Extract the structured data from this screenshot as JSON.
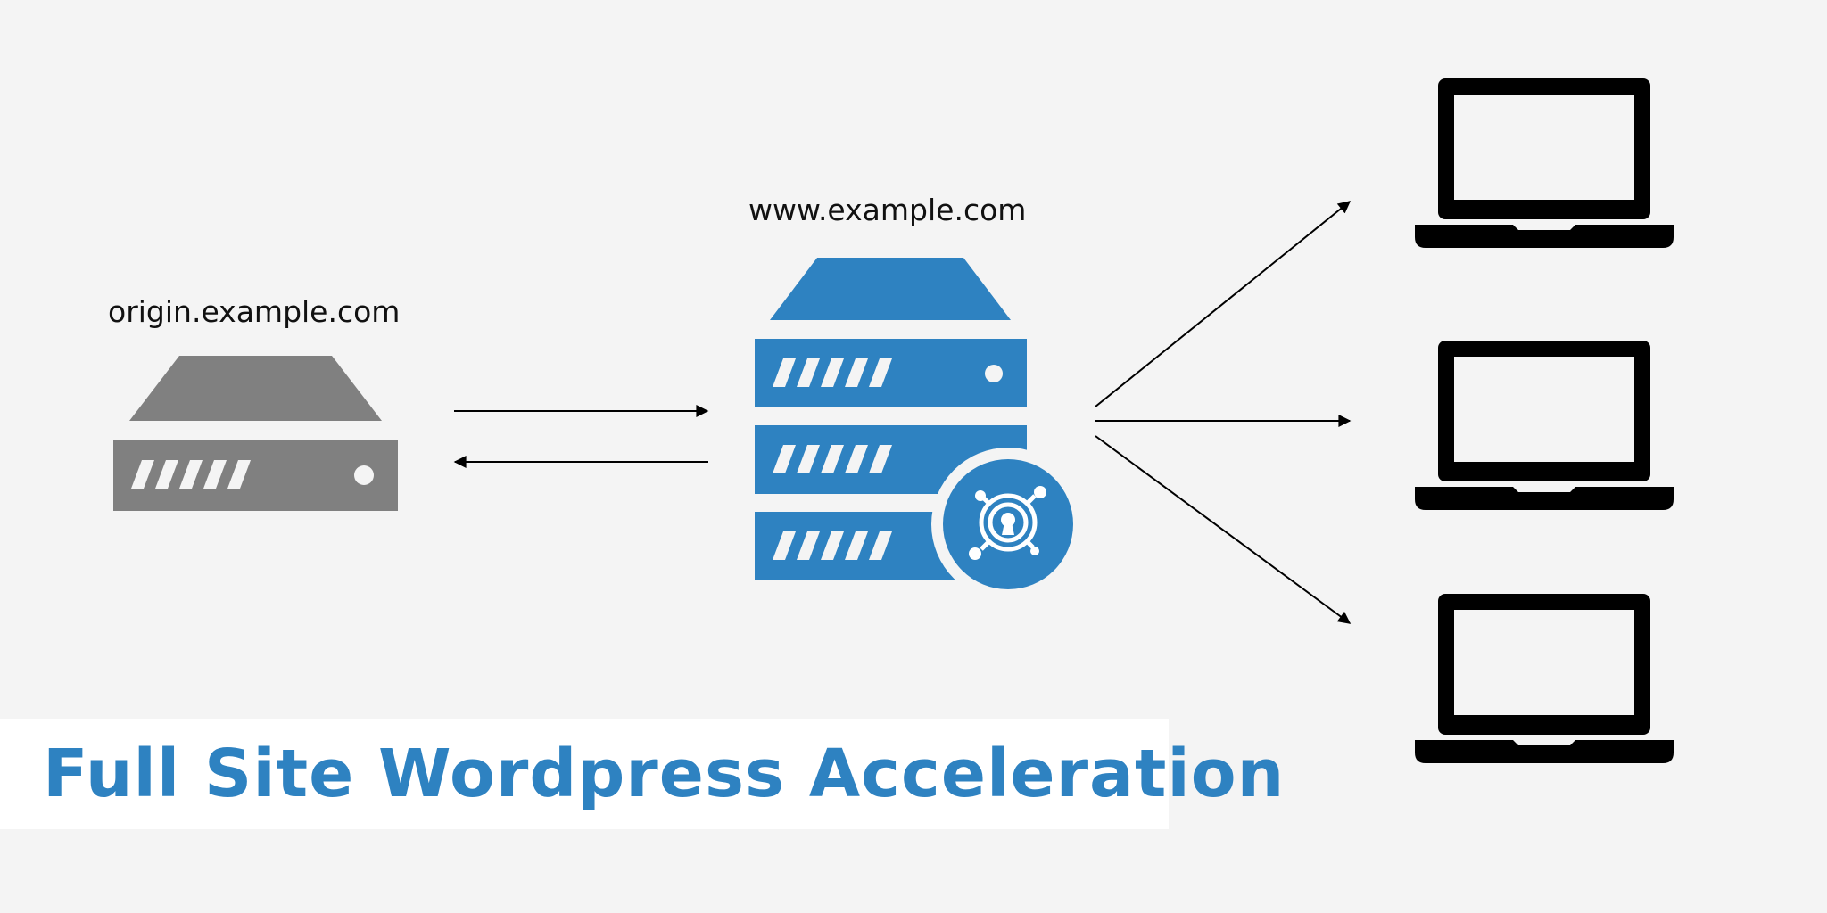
{
  "diagram": {
    "title": "Full Site Wordpress Acceleration",
    "origin_label": "origin.example.com",
    "cdn_label": "www.example.com"
  },
  "colors": {
    "background": "#f4f4f4",
    "origin_server": "#808080",
    "cdn_server": "#2e82c1",
    "title_text": "#2e82c1",
    "title_banner": "#ffffff",
    "client_devices": "#000000"
  },
  "icons": {
    "origin": "server-icon",
    "cdn": "server-stack-icon",
    "cdn_badge": "keyhole-network-icon",
    "clients": "laptop-icon"
  }
}
